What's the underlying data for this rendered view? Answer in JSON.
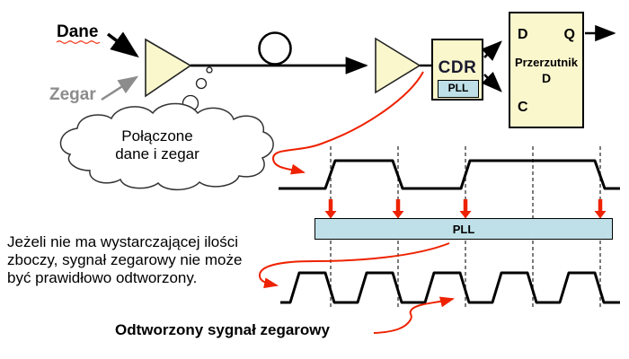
{
  "labels": {
    "data_input": "Dane",
    "clock_input": "Zegar",
    "cloud_line1": "Połączone",
    "cloud_line2": "dane i zegar",
    "cdr": "CDR",
    "pll_small": "PLL",
    "flipflop_title_line1": "Przerzutnik",
    "flipflop_title_line2": "D",
    "flipflop_input_d": "D",
    "flipflop_output_q": "Q",
    "flipflop_clock_c": "C",
    "pll_bar": "PLL",
    "note_line1": "Jeżeli nie ma wystarczającej ilości",
    "note_line2": "zboczy, sygnał zegarowy nie może",
    "note_line3": "być prawidłowo odtworzony.",
    "caption": "Odtworzony sygnał zegarowy"
  },
  "colors": {
    "box_fill": "#faf7cd",
    "pll_fill": "#bfe0e8",
    "red": "#ee2200",
    "gray_label": "#8c8c8c",
    "line": "#000000"
  }
}
